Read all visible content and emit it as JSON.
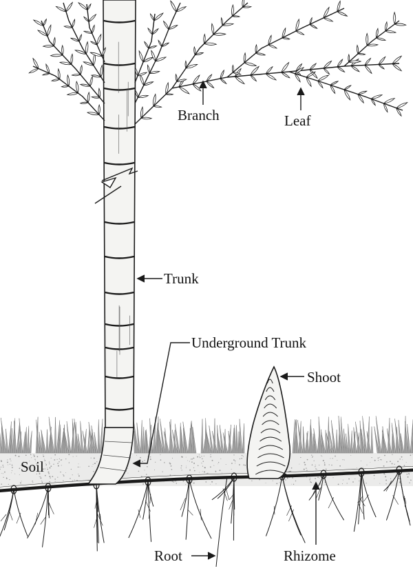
{
  "labels": {
    "branch": "Branch",
    "leaf": "Leaf",
    "trunk": "Trunk",
    "underground_trunk": "Underground Trunk",
    "shoot": "Shoot",
    "soil": "Soil",
    "root": "Root",
    "rhizome": "Rhizome"
  },
  "colors": {
    "ink": "#1a1a1a",
    "stem_fill": "#f4f4f2",
    "grass": "#a8a8a8",
    "soil": "#ebebea",
    "background": "#ffffff"
  }
}
